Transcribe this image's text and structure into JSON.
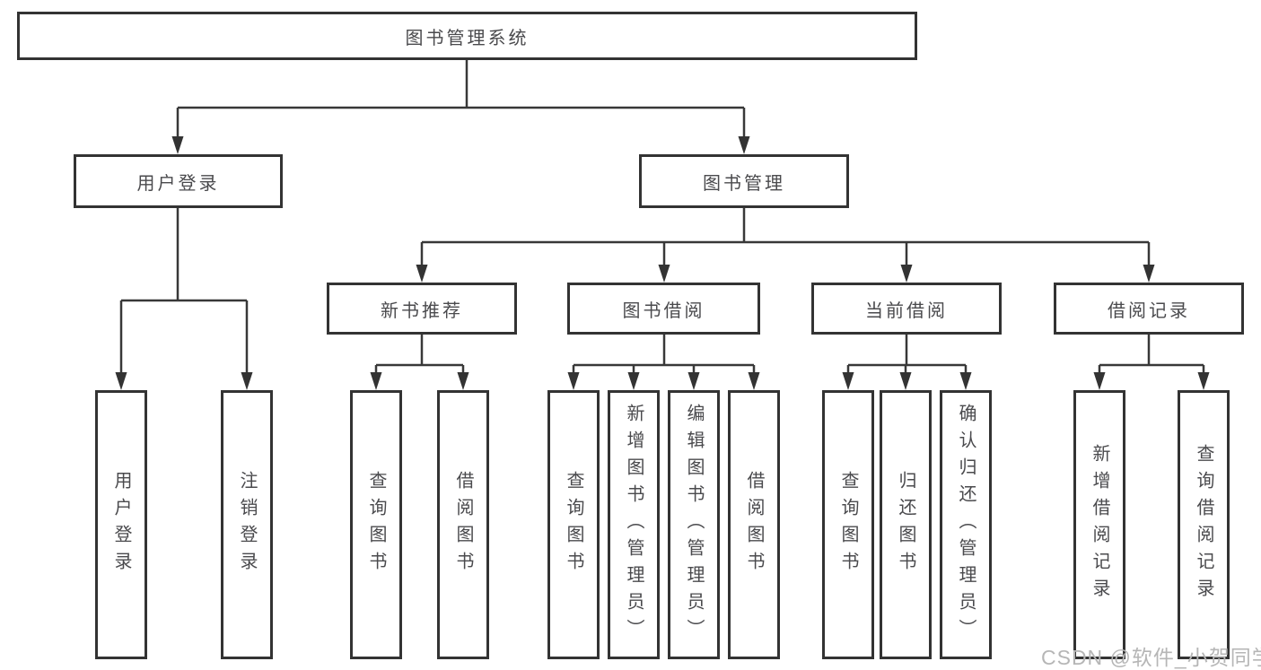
{
  "diagram_title": "图书管理系统",
  "colors": {
    "box_border": "#333333",
    "connector_line": "#383838",
    "arrowhead": "#333333",
    "text": "#4a4a4d",
    "watermark": "#b6b6b6",
    "background": "#ffffff"
  },
  "tree": {
    "root": {
      "label": "图书管理系统"
    },
    "branches": [
      {
        "label": "用户登录",
        "children": [
          {
            "label": "用户登录"
          },
          {
            "label": "注销登录"
          }
        ]
      },
      {
        "label": "图书管理",
        "children": [
          {
            "label": "新书推荐",
            "children": [
              {
                "label": "查询图书"
              },
              {
                "label": "借阅图书"
              }
            ]
          },
          {
            "label": "图书借阅",
            "children": [
              {
                "label": "查询图书"
              },
              {
                "label": "新增图书（管理员）"
              },
              {
                "label": "编辑图书（管理员）"
              },
              {
                "label": "借阅图书"
              }
            ]
          },
          {
            "label": "当前借阅",
            "children": [
              {
                "label": "查询图书"
              },
              {
                "label": "归还图书"
              },
              {
                "label": "确认归还（管理员）"
              }
            ]
          },
          {
            "label": "借阅记录",
            "children": [
              {
                "label": "新增借阅记录"
              },
              {
                "label": "查询借阅记录"
              }
            ]
          }
        ]
      }
    ]
  },
  "watermark": {
    "text": "CSDN @软件_小贺同学"
  }
}
